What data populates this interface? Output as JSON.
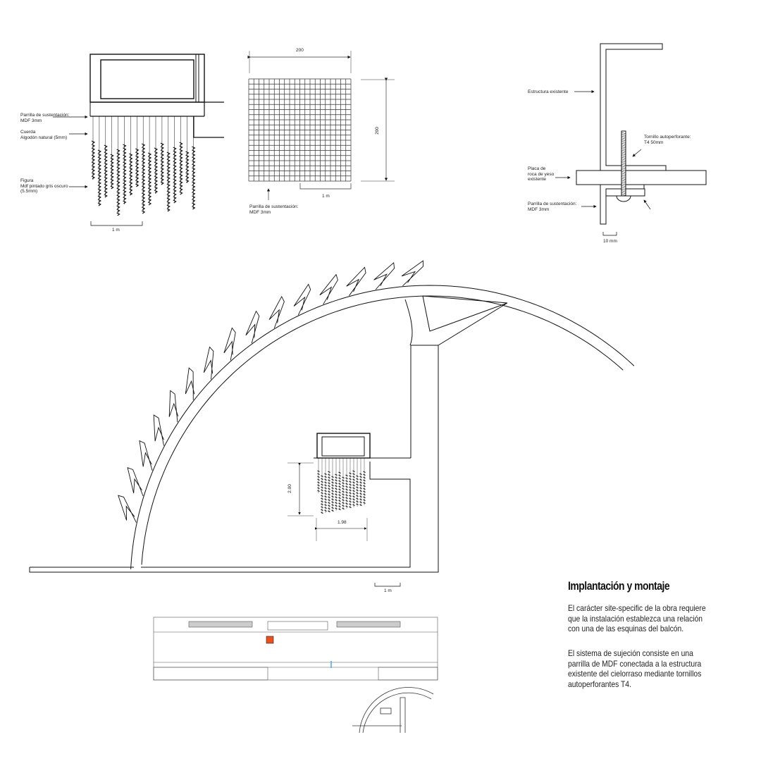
{
  "detail_strings": {
    "label_grid": "Parrilla de sustentación:\nMDF 3mm",
    "label_cord": "Cuerda\nAlgodón natural (5mm)",
    "label_figure": "Figura\nMdf pintado gris oscuro\n(5.5mm)",
    "scale": "1 m"
  },
  "detail_grid": {
    "width_dim": "200",
    "height_dim": "200",
    "scale": "1 m",
    "label": "Parrilla de sustentación:\nMDF 3mm"
  },
  "detail_fixing": {
    "label_structure": "Estructura existente",
    "label_screw": "Tornillo autoperforante:\nT4 50mm",
    "label_plate": "Placa de\nroca de yeso\nexistente",
    "label_grid": "Parrilla de sustentación:\nMDF 3mm",
    "scale": "10 mm"
  },
  "section": {
    "height_dim": "2.00",
    "width_dim": "1.98",
    "scale": "1 m"
  },
  "text": {
    "title": "Implantación y montaje",
    "paragraph_1": "El carácter site-specific de la obra requiere que la instalación establezca una relación con una de las esquinas del balcón.",
    "paragraph_2": "El sistema de sujeción consiste en una parrilla de MDF conectada a la estructura existente del cielorraso mediante tornillos autoperforantes T4."
  },
  "colors": {
    "line": "#111111",
    "marker": "#e8501c",
    "accent_blue": "#4aa8e0"
  }
}
